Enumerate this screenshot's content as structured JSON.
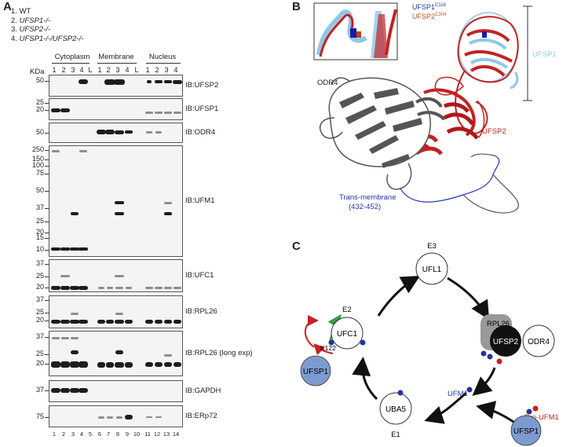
{
  "panel_a": {
    "letter": "A",
    "genotypes": [
      {
        "num": "1.",
        "text": "WT"
      },
      {
        "num": "2.",
        "text": "UFSP1-/-"
      },
      {
        "num": "3.",
        "text": "UFSP2-/-"
      },
      {
        "num": "4.",
        "text": "UFSP1-/-/UFSP2-/-"
      }
    ],
    "kda_label": "KDa",
    "groups": [
      "Cytoplasm",
      "Membrane",
      "Nucleus"
    ],
    "header_lanes": [
      "1",
      "2",
      "3",
      "4",
      "L",
      "1",
      "2",
      "3",
      "4",
      "L",
      "1",
      "2",
      "3",
      "4"
    ],
    "lane_numbers": [
      "1",
      "2",
      "3",
      "4",
      "5",
      "6",
      "7",
      "8",
      "9",
      "10",
      "11",
      "12",
      "13",
      "14"
    ],
    "blots": [
      {
        "label": "IB:UFSP2",
        "markers": [
          "50"
        ]
      },
      {
        "label": "IB:UFSP1",
        "markers": [
          "25",
          "20"
        ]
      },
      {
        "label": "IB:ODR4",
        "markers": [
          "50"
        ]
      },
      {
        "label": "IB:UFM1",
        "markers": [
          "250",
          "150",
          "100",
          "75",
          "50",
          "37",
          "25",
          "20",
          "15",
          "10"
        ]
      },
      {
        "label": "IB:UFC1",
        "markers": [
          "37",
          "25",
          "20"
        ]
      },
      {
        "label": "IB:RPL26",
        "markers": [
          "37",
          "25",
          "20"
        ]
      },
      {
        "label": "IB:RPL26 (long exp)",
        "markers": [
          "37",
          "25",
          "20"
        ]
      },
      {
        "label": "IB:GAPDH",
        "markers": [
          "37"
        ]
      },
      {
        "label": "IB:ERp72",
        "markers": [
          "75"
        ]
      }
    ]
  },
  "panel_b": {
    "letter": "B",
    "inset_legend": {
      "ufsp1": "UFSP1",
      "ufsp1_sup": "C116",
      "ufsp2": "UFSP2",
      "ufsp2_sup": "C304"
    },
    "labels": {
      "ufsp1": "UFSP1",
      "odr4": "ODR4",
      "ufsp2": "UFSP2",
      "tm": "Trans-membrane",
      "tm_range": "(432-452)"
    },
    "colors": {
      "ufsp1": "#8ec8e8",
      "ufsp2": "#c42222",
      "odr4": "#555555",
      "tm": "#2233bb"
    }
  },
  "panel_c": {
    "letter": "C",
    "nodes": {
      "ufl1": "UFL1",
      "ufc1": "UFC1",
      "uba5": "UBA5",
      "ufsp2": "UFSP2",
      "odr4": "ODR4",
      "rpl26": "RPL26",
      "ufsp1_left": "UFSP1",
      "ufsp1_bottom": "UFSP1"
    },
    "labels": {
      "e3": "E3",
      "e2": "E2",
      "e1": "E1",
      "k122": "K122",
      "ufm1": "UFM1",
      "pro_ufm1": "Pro-UFM1"
    },
    "colors": {
      "ufsp1": "#7d9bd1",
      "rpl26": "#999999",
      "ufsp2": "#111111",
      "red": "#c42222",
      "blue": "#2233aa",
      "green": "#3b9a3b"
    }
  }
}
